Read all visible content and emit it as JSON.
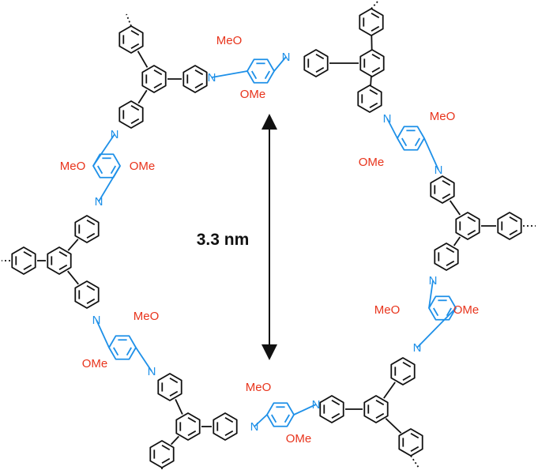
{
  "colors": {
    "bond": "#111111",
    "imine": "#1e90e8",
    "methoxy_label": "#e8341c",
    "nitrogen_label": "#1e90e8",
    "arrow": "#111111"
  },
  "atom_labels": {
    "methoxy": "MeO",
    "methoxy_right": "OMe",
    "nitrogen": "N"
  },
  "dimension": {
    "label": "3.3 nm"
  }
}
